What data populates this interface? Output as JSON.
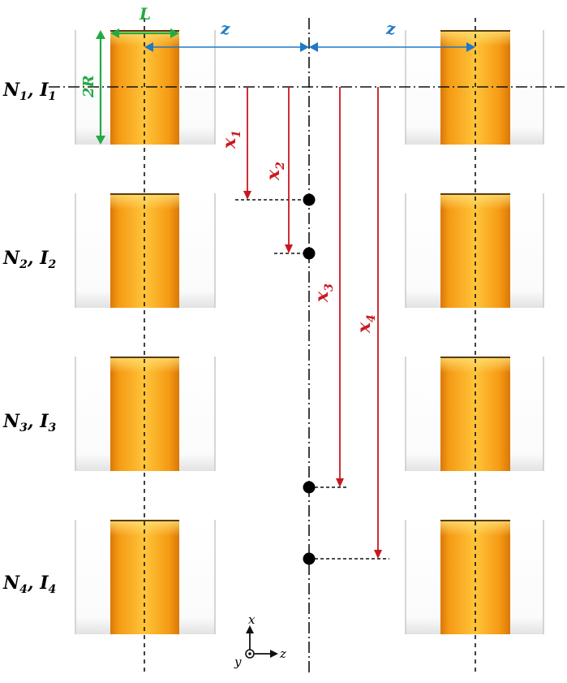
{
  "colors": {
    "coil": "#f39a1a",
    "coil_light": "#ffd45a",
    "coil_dark": "#c86a05",
    "cylinder_edge": "#c8c8c8",
    "cylinder_shade": "#e6e6e6",
    "dimension_L": "#22aa44",
    "dimension_z": "#1f78c8",
    "distance_arrow": "#c8181e",
    "axis": "#111111"
  },
  "coils": [
    {
      "N": "N",
      "I": "I",
      "sub": "1"
    },
    {
      "N": "N",
      "I": "I",
      "sub": "2"
    },
    {
      "N": "N",
      "I": "I",
      "sub": "3"
    },
    {
      "N": "N",
      "I": "I",
      "sub": "4"
    }
  ],
  "dimensions": {
    "L": "L",
    "diameter": "2R",
    "z_left": "z",
    "z_right": "z"
  },
  "distances": [
    {
      "var": "x",
      "sub": "1"
    },
    {
      "var": "x",
      "sub": "2"
    },
    {
      "var": "x",
      "sub": "3"
    },
    {
      "var": "x",
      "sub": "4"
    }
  ],
  "axes": {
    "x": "x",
    "y": "y",
    "z": "z"
  }
}
